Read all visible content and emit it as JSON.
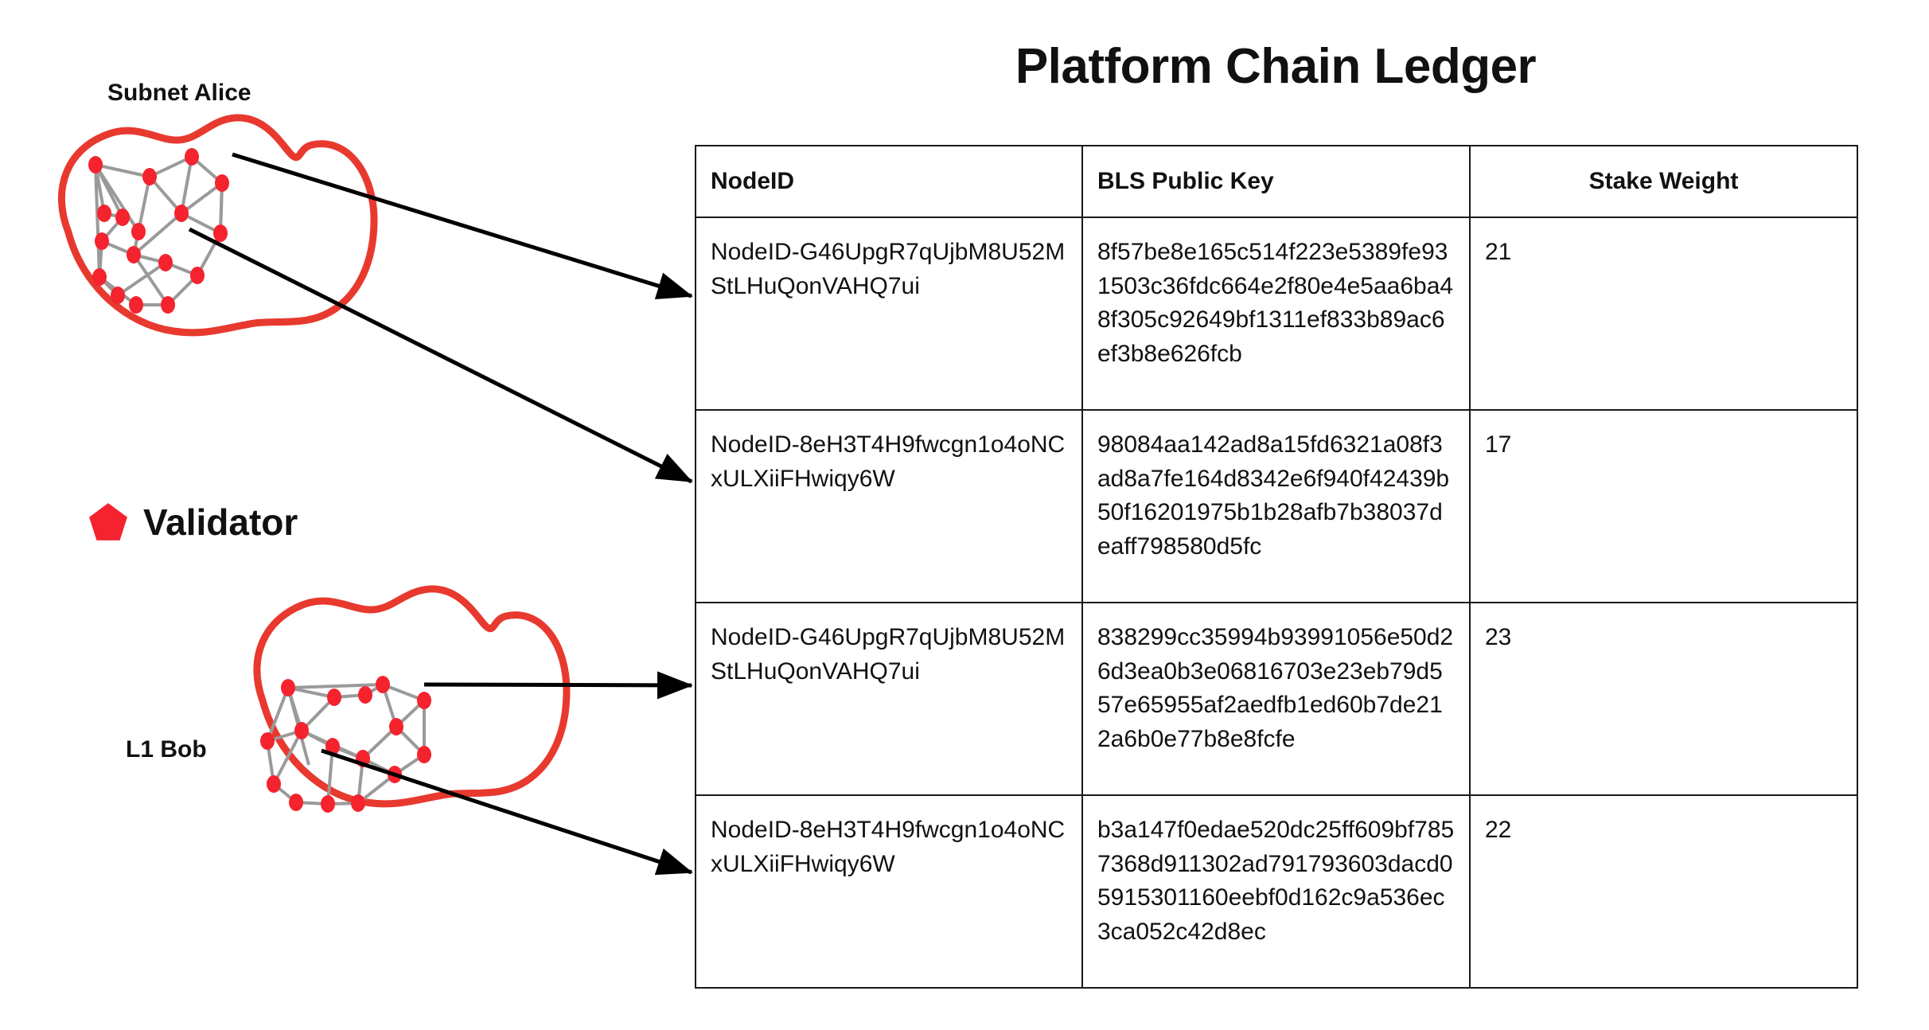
{
  "title": "Platform Chain Ledger",
  "diagram": {
    "subnet_label": "Subnet Alice",
    "l1_label": "L1 Bob",
    "legend": {
      "icon": "pentagon-icon",
      "label": "Validator"
    },
    "colors": {
      "blob_outline": "#e8392f",
      "validator_node": "#f4232e",
      "edge": "#9a9a9a",
      "arrow": "#000000"
    }
  },
  "table": {
    "columns": [
      {
        "key": "nodeid",
        "label": "NodeID",
        "align": "left"
      },
      {
        "key": "blskey",
        "label": "BLS Public Key",
        "align": "left"
      },
      {
        "key": "stake",
        "label": "Stake Weight",
        "align": "center"
      }
    ],
    "rows": [
      {
        "nodeid": "NodeID-G46UpgR7qUjbM8U52MStLHuQonVAHQ7ui",
        "blskey": "8f57be8e165c514f223e5389fe931503c36fdc664e2f80e4e5aa6ba48f305c92649bf1311ef833b89ac6ef3b8e626fcb",
        "stake": "21"
      },
      {
        "nodeid": "NodeID-8eH3T4H9fwcgn1o4oNCxULXiiFHwiqy6W",
        "blskey": "98084aa142ad8a15fd6321a08f3ad8a7fe164d8342e6f940f42439b50f16201975b1b28afb7b38037deaff798580d5fc",
        "stake": "17"
      },
      {
        "nodeid": "NodeID-G46UpgR7qUjbM8U52MStLHuQonVAHQ7ui",
        "blskey": "838299cc35994b93991056e50d26d3ea0b3e06816703e23eb79d557e65955af2aedfb1ed60b7de212a6b0e77b8e8fcfe",
        "stake": "23"
      },
      {
        "nodeid": "NodeID-8eH3T4H9fwcgn1o4oNCxULXiiFHwiqy6W",
        "blskey": "b3a147f0edae520dc25ff609bf7857368d911302ad791793603dacd05915301160eebf0d162c9a536ec3ca052c42d8ec",
        "stake": "22"
      }
    ]
  }
}
